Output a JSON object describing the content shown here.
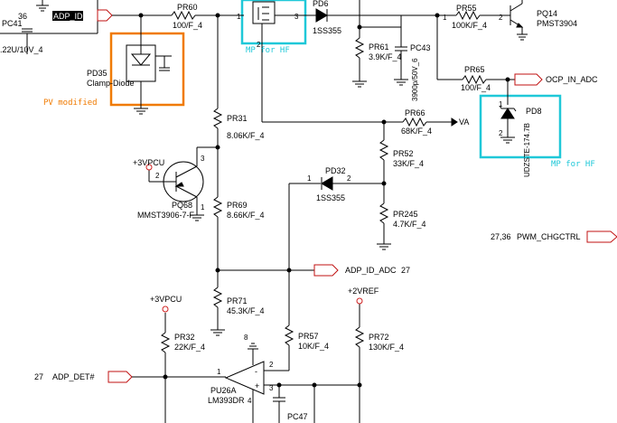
{
  "top_left": {
    "pin_num_36": "36",
    "cap_ref": "PC41",
    "cap_val": ".22U/10V_4",
    "net_adp_id": "ADP_ID"
  },
  "resistors": {
    "pr60": {
      "ref": "PR60",
      "val": "100/F_4"
    },
    "pr31": {
      "ref": "PR31",
      "val": "8.06K/F_4"
    },
    "pr69": {
      "ref": "PR69",
      "val": "8.66K/F_4"
    },
    "pr71": {
      "ref": "PR71",
      "val": "45.3K/F_4"
    },
    "pr32": {
      "ref": "PR32",
      "val": "22K/F_4"
    },
    "pr57": {
      "ref": "PR57",
      "val": "10K/F_4"
    },
    "pr72": {
      "ref": "PR72",
      "val": "130K/F_4"
    },
    "pr61": {
      "ref": "PR61",
      "val": "3.9K/F_4"
    },
    "pr55": {
      "ref": "PR55",
      "val": "100K/F_4"
    },
    "pr65": {
      "ref": "PR65",
      "val": "100/F_4"
    },
    "pr66": {
      "ref": "PR66",
      "val": "68K/F_4"
    },
    "pr52": {
      "ref": "PR52",
      "val": "33K/F_4"
    },
    "pr245": {
      "ref": "PR245",
      "val": "4.7K/F_4"
    }
  },
  "caps": {
    "pc43": {
      "ref": "PC43",
      "val": "3900p/50V_6"
    },
    "pc47": {
      "ref": "PC47"
    }
  },
  "diodes": {
    "pd6": {
      "ref": "PD6",
      "val": "1SS355"
    },
    "pd32": {
      "ref": "PD32",
      "val": "1SS355"
    },
    "pd35": {
      "ref": "PD35",
      "val": "Clamp-Diode"
    },
    "pd8": {
      "ref": "PD8",
      "val": "UDZSTE-174.7B"
    }
  },
  "transistors": {
    "pq14": {
      "ref": "PQ14",
      "val": "PMST3904"
    },
    "pq68": {
      "ref": "PQ68",
      "val": "MMST3906-7-F"
    }
  },
  "comparator": {
    "ref": "PU26A",
    "val": "LM393DR"
  },
  "nets": {
    "vpcu1": "+3VPCU",
    "vpcu2": "+3VPCU",
    "vref": "+2VREF",
    "va": "VA",
    "ocp_in_adc": "OCP_IN_ADC",
    "adp_id_adc": "ADP_ID_ADC",
    "adp_id_adc_page": "27",
    "pwm_chgctrl": "PWM_CHGCTRL",
    "pwm_chgctrl_page": "27,36",
    "adp_det": "ADP_DET#",
    "adp_det_page": "27"
  },
  "pins": {
    "pr_n1": "1",
    "pr_n2": "2",
    "pr_n3": "3",
    "pr_n4": "4",
    "p8": "8",
    "p4": "4",
    "plus": "+",
    "minus": "-"
  },
  "annotations": {
    "mp_for_hf_1": "MP for HF",
    "mp_for_hf_2": "MP for HF",
    "pv_modified": "PV modified"
  },
  "colors": {
    "wire": "#000000",
    "power_symbol": "#d02020",
    "highlight_cyan": "#1fc8d8",
    "highlight_orange": "#f07a00",
    "net_highlight_bg": "#000000"
  }
}
